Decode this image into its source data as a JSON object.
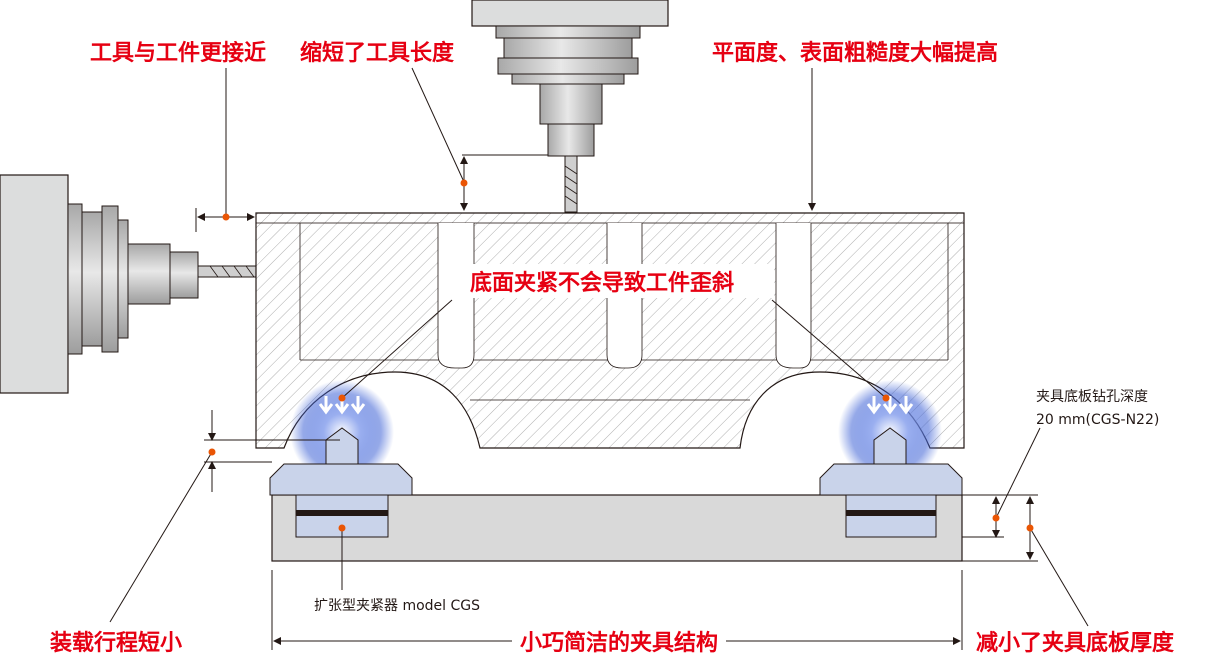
{
  "colors": {
    "accent_red": "#e60012",
    "dot_orange": "#ea5504",
    "steel_light": "#dcdddd",
    "steel_mid": "#b5b5b6",
    "base_plate": "#d9d9d9",
    "clamp_blue": "#c9d3ea",
    "glow_blue": "#3f63d6",
    "line": "#231815"
  },
  "labels": {
    "tool_closer": "工具与工件更接近",
    "shorter_tool": "缩短了工具长度",
    "flatness": "平面度、表面粗糙度大幅提高",
    "no_tilt": "底面夹紧不会导致工件歪斜",
    "base_drill_depth": "夹具底板钻孔深度",
    "base_drill_depth_value": "20 mm(CGS-N22)",
    "clamp_model": "扩张型夹紧器 model CGS",
    "short_stroke": "装载行程短小",
    "simple_fixture": "小巧简洁的夹具结构",
    "thinner_base": "减小了夹具底板厚度"
  },
  "icons": [
    "clamp-arrow-icon",
    "dimension-dot-icon",
    "drill-bit-icon",
    "spindle-icon"
  ]
}
